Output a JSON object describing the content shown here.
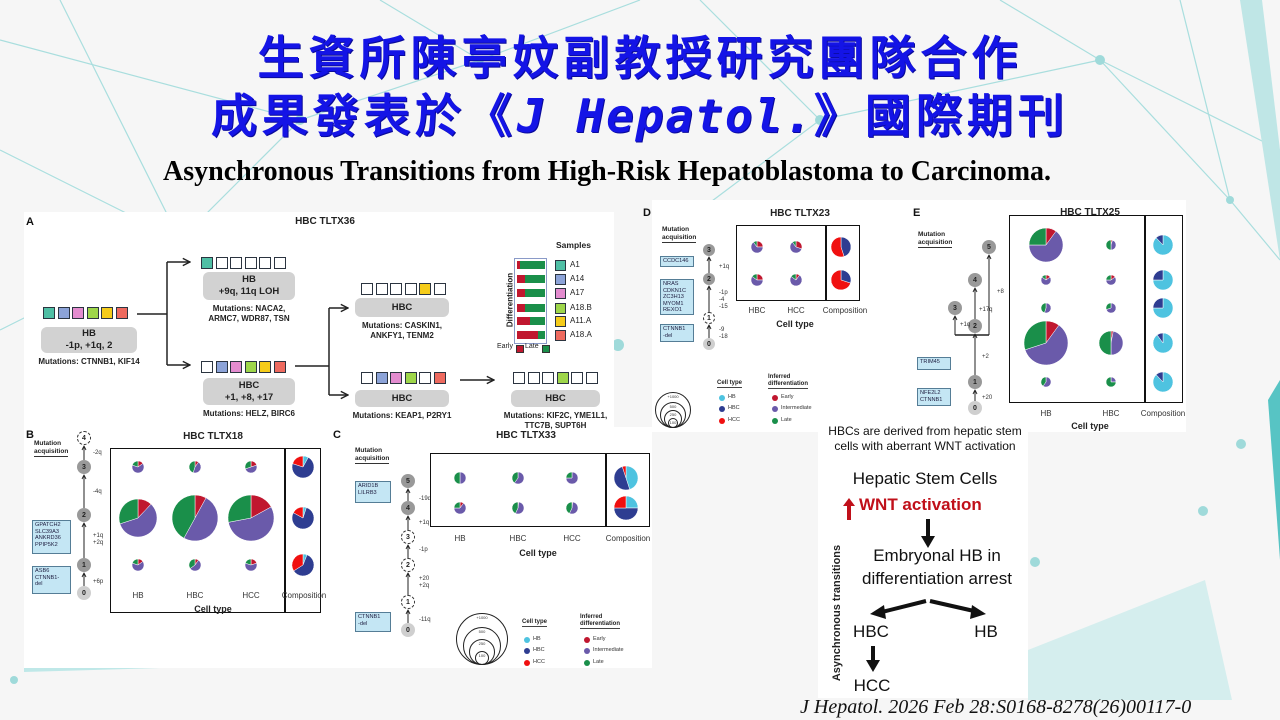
{
  "slide": {
    "title_line1": "生資所陳亭妏副教授研究團隊合作",
    "title_line2_prefix": "成果發表於《",
    "title_line2_journal": "J Hepatol.",
    "title_line2_suffix": "》國際期刊",
    "subtitle": "Asynchronous Transitions from High-Risk Hepatoblastoma to Carcinoma.",
    "citation": "J Hepatol. 2026 Feb 28:S0168-8278(26)00117-0"
  },
  "colors": {
    "title_blue": "#1414e6",
    "early": "#c0172f",
    "intermediate": "#6a5aaa",
    "late": "#1a8f4a",
    "HB": "#4ec3e0",
    "HBC": "#2e3d91",
    "HCC": "#f01010",
    "wnt_red": "#c0101a"
  },
  "common": {
    "mutation_acquisition": "Mutation\nacquisition",
    "cell_type_axis": "Cell type",
    "composition": "Composition",
    "legend_cell_type": "Cell type",
    "legend_inferred": "Inferred\ndifferentiation",
    "legend_cell_types": [
      "HB",
      "HBC",
      "HCC"
    ],
    "legend_diff": [
      "Early",
      "Intermediate",
      "Late"
    ],
    "legend_sizes": [
      "+1000",
      "500",
      "250",
      "100"
    ]
  },
  "panel_a": {
    "label": "A",
    "title": "HBC TLTX36",
    "samples_title": "Samples",
    "diff_axis": "Differentiation",
    "legend_early": "Early",
    "legend_late": "Late",
    "samples": [
      {
        "name": "A1",
        "color": "#4fbfa5",
        "early_fraction": 0.1
      },
      {
        "name": "A14",
        "color": "#8ca3d8",
        "early_fraction": 0.3
      },
      {
        "name": "A17",
        "color": "#e38ccf",
        "early_fraction": 0.3
      },
      {
        "name": "A18.B",
        "color": "#9ed64a",
        "early_fraction": 0.3
      },
      {
        "name": "A11.A",
        "color": "#f5cc1a",
        "early_fraction": 0.45
      },
      {
        "name": "A18.A",
        "color": "#ee6a5f",
        "early_fraction": 0.75
      }
    ],
    "nodes": [
      {
        "title": "HB",
        "detail": "-1p, +1q, 2",
        "mutations": "Mutations: CTNNB1, KIF14",
        "present": [
          1,
          1,
          1,
          1,
          1,
          1
        ]
      },
      {
        "title": "HB",
        "detail": "+9q, 11q LOH",
        "mutations": "Mutations: NACA2,\nARMC7, WDR87, TSN",
        "present": [
          1,
          0,
          0,
          0,
          0,
          0
        ]
      },
      {
        "title": "HBC",
        "detail": "+1, +8, +17",
        "mutations": "Mutations: HELZ, BIRC6",
        "present": [
          0,
          1,
          1,
          1,
          1,
          1
        ]
      },
      {
        "title": "HBC",
        "detail": "",
        "mutations": "Mutations: CASKIN1,\nANKFY1, TENM2",
        "present": [
          0,
          0,
          0,
          0,
          1,
          0
        ]
      },
      {
        "title": "HBC",
        "detail": "",
        "mutations": "Mutations: KEAP1, P2RY1",
        "present": [
          0,
          1,
          1,
          1,
          0,
          1
        ]
      },
      {
        "title": "HBC",
        "detail": "",
        "mutations": "Mutations: KIF2C, YME1L1,\nTTC7B, SUPT6H",
        "present": [
          0,
          0,
          0,
          1,
          0,
          0
        ]
      }
    ]
  },
  "panel_b": {
    "label": "B",
    "title": "HBC TLTX18",
    "nodes": [
      "4",
      "3",
      "2",
      "1",
      "0"
    ],
    "edge_labels": [
      "-2q",
      "-4q",
      "+1q\n+2q",
      "+6p"
    ],
    "gene_boxes": [
      "GPATCH2\nSLC39A3\nANKRD36\nPPIP5K2",
      "ASB6\nCTNNB1-\ndel"
    ],
    "columns": [
      "HB",
      "HBC",
      "HCC"
    ],
    "pies": [
      [
        [
          0.15,
          0.65,
          0.2
        ],
        [
          0.1,
          0.45,
          0.45
        ],
        [
          0.2,
          0.5,
          0.3
        ]
      ],
      [
        [
          0.12,
          0.58,
          0.3
        ],
        [
          0.08,
          0.5,
          0.42
        ],
        [
          0.17,
          0.55,
          0.28
        ]
      ],
      [
        [
          0.15,
          0.65,
          0.2
        ],
        [
          0.1,
          0.55,
          0.35
        ],
        [
          0.2,
          0.6,
          0.2
        ]
      ]
    ],
    "composition": [
      [
        0.08,
        0.72,
        0.2
      ],
      [
        0.05,
        0.78,
        0.17
      ],
      [
        0.06,
        0.6,
        0.34
      ]
    ]
  },
  "panel_c": {
    "label": "C",
    "title": "HBC TLTX33",
    "nodes": [
      "5",
      "4",
      "3",
      "2",
      "1",
      "0"
    ],
    "edge_labels": [
      "-19q",
      "+1q",
      "-1p",
      "+20\n+2q",
      "-11q"
    ],
    "gene_boxes": [
      "ARID1B\nLILRB3",
      "CTNNB1\n-del"
    ],
    "columns": [
      "HB",
      "HBC",
      "HCC"
    ],
    "pies": [
      [
        [
          0,
          0.5,
          0.5
        ],
        [
          0,
          0.6,
          0.4
        ],
        [
          0,
          0.75,
          0.25
        ]
      ],
      [
        [
          0.1,
          0.65,
          0.25
        ],
        [
          0.02,
          0.55,
          0.43
        ],
        [
          0.02,
          0.55,
          0.43
        ]
      ]
    ],
    "composition": [
      [
        0.45,
        0.5,
        0.05
      ],
      [
        0.25,
        0.5,
        0.25
      ]
    ]
  },
  "panel_d": {
    "label": "D",
    "title": "HBC TLTX23",
    "nodes": [
      "3",
      "2",
      "1",
      "0"
    ],
    "edge_labels": [
      "+1q",
      "-1p\n-4\n-15",
      "-9\n-18"
    ],
    "gene_boxes": [
      "CCDC146",
      "NRAS\nCDKN1C\nZC3H13\nMYOM1\nREXO1",
      "CTNNB1\n-del"
    ],
    "columns": [
      "HBC",
      "HCC"
    ],
    "pies": [
      [
        [
          0.25,
          0.65,
          0.1
        ],
        [
          0.3,
          0.6,
          0.1
        ]
      ],
      [
        [
          0.25,
          0.6,
          0.15
        ],
        [
          0.1,
          0.75,
          0.15
        ]
      ]
    ],
    "composition": [
      [
        0,
        0.45,
        0.55
      ],
      [
        0,
        0.3,
        0.7
      ]
    ]
  },
  "panel_e": {
    "label": "E",
    "title": "HBC TLTX25",
    "nodes": [
      "5",
      "4",
      "3",
      "2",
      "1",
      "0"
    ],
    "edge_labels": [
      "+8",
      "+17q",
      "+1q",
      "+2",
      "+20"
    ],
    "gene_boxes": [
      "TRIM45",
      "NFE2L2\nCTNNB1"
    ],
    "columns": [
      "HB",
      "HBC"
    ],
    "pies": [
      [
        [
          0.1,
          0.65,
          0.25
        ],
        [
          0.05,
          0.45,
          0.5
        ]
      ],
      [
        [
          0.15,
          0.7,
          0.15
        ],
        [
          0.15,
          0.6,
          0.25
        ]
      ],
      [
        [
          0,
          0.55,
          0.45
        ],
        [
          0,
          0.7,
          0.3
        ]
      ],
      [
        [
          0.1,
          0.6,
          0.3
        ],
        [
          0.03,
          0.47,
          0.5
        ]
      ],
      [
        [
          0,
          0.6,
          0.4
        ],
        [
          0,
          0.25,
          0.75
        ]
      ]
    ],
    "composition": [
      [
        0.88,
        0.12,
        0
      ],
      [
        0.75,
        0.25,
        0
      ],
      [
        0.75,
        0.25,
        0
      ],
      [
        0.9,
        0.1,
        0
      ],
      [
        0.88,
        0.12,
        0
      ]
    ]
  },
  "model": {
    "caption_line1": "HBCs are derived from hepatic stem",
    "caption_line2": "cells with aberrant WNT activation",
    "stem_cells": "Hepatic Stem Cells",
    "wnt": "WNT activation",
    "embryonal_line1": "Embryonal HB in",
    "embryonal_line2": "differentiation arrest",
    "hbc": "HBC",
    "hb": "HB",
    "hcc": "HCC",
    "side_label": "Asynchronous transitions"
  }
}
